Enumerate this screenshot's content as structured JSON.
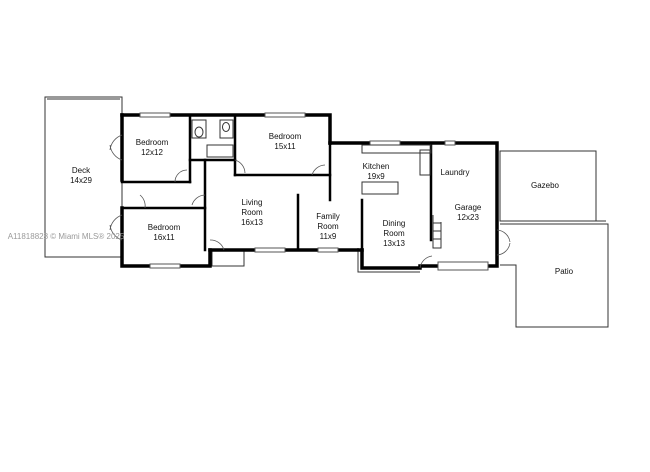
{
  "rooms": {
    "deck": {
      "name": "Deck",
      "size": "14x29"
    },
    "bedroom1": {
      "name": "Bedroom",
      "size": "12x12"
    },
    "bedroom2": {
      "name": "Bedroom",
      "size": "15x11"
    },
    "bedroom3": {
      "name": "Bedroom",
      "size": "16x11"
    },
    "living": {
      "name1": "Living",
      "name2": "Room",
      "size": "16x13"
    },
    "family": {
      "name1": "Family",
      "name2": "Room",
      "size": "11x9"
    },
    "kitchen": {
      "name": "Kitchen",
      "size": "19x9"
    },
    "dining": {
      "name1": "Dining",
      "name2": "Room",
      "size": "13x13"
    },
    "laundry": {
      "name": "Laundry"
    },
    "garage": {
      "name": "Garage",
      "size": "12x23"
    },
    "gazebo": {
      "name": "Gazebo"
    },
    "patio": {
      "name": "Patio"
    }
  },
  "watermark": "A11818828 © Miami MLS® 2025",
  "colors": {
    "wall": "#000000",
    "background": "#ffffff",
    "watermark": "#9a9a9a"
  }
}
